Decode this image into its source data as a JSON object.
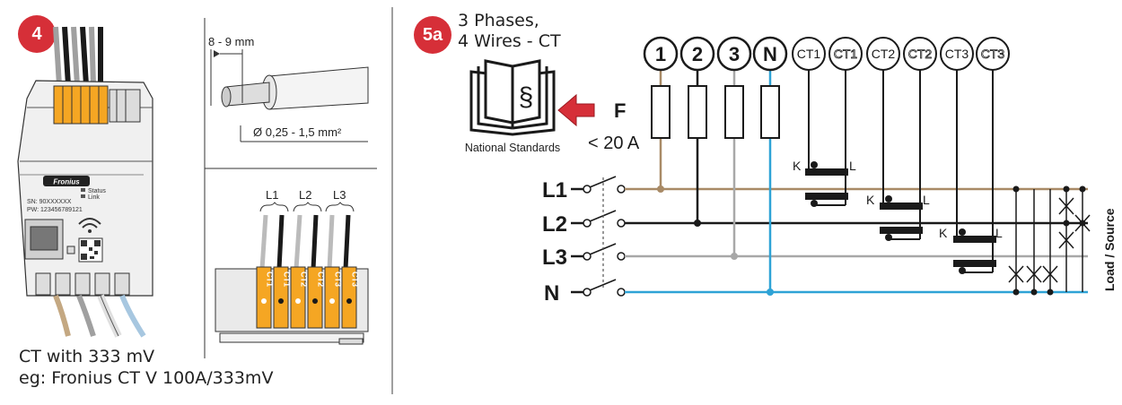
{
  "left_panel": {
    "step_label": "4",
    "device": {
      "brand": "Fronius",
      "serial": "SN: 90XXXXXX",
      "password": "PW: 123456789121",
      "led_status": "Status",
      "led_link": "Link"
    },
    "strip": {
      "length": "8 - 9 mm",
      "cross_section": "Ø 0,25 - 1,5 mm²"
    },
    "terminals": {
      "phase_labels": [
        "L1",
        "L2",
        "L3"
      ],
      "pin_labels": [
        "CT1",
        "CT1",
        "CT2",
        "CT2",
        "CT3",
        "CT3"
      ]
    },
    "caption_line1": "CT with 333 mV",
    "caption_line2": "eg: Fronius CT V 100A/333mV"
  },
  "right_panel": {
    "step_label": "5a",
    "title_line1": "3 Phases,",
    "title_line2": "4 Wires - CT",
    "standards_label": "National Standards",
    "standards_symbol": "§",
    "fuse_label": "F",
    "fuse_rating": "< 20 A",
    "terminals": [
      "1",
      "2",
      "3",
      "N",
      "CT1",
      "CT1",
      "CT2",
      "CT2",
      "CT3",
      "CT3"
    ],
    "lines": [
      "L1",
      "L2",
      "L3",
      "N"
    ],
    "ct_k": "K",
    "ct_l": "L",
    "load_label": "Load / Source"
  },
  "colors": {
    "badge": "#d62f38",
    "arrow": "#d62f38",
    "wire_brown": "#a88a66",
    "wire_black": "#1a1a1a",
    "wire_grey": "#a8a8a8",
    "wire_blue": "#2ea3d6",
    "terminal_orange": "#f5a623",
    "divider": "#a0a0a0"
  }
}
